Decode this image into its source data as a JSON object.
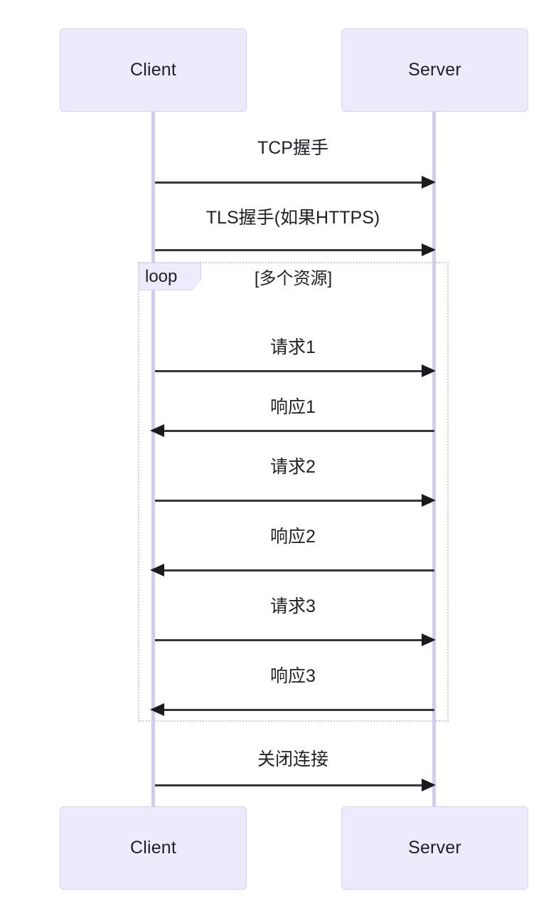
{
  "diagram": {
    "type": "sequence-diagram",
    "title": "",
    "colors": {
      "background": "#ffffff",
      "participant_fill": "#ECEAFB",
      "participant_border": "#D7D2F5",
      "lifeline": "#D3CCF0",
      "arrow": "#1b1b1f",
      "text": "#1f1f24",
      "fragment_border": "#CFC8EE"
    },
    "participants": [
      {
        "id": "client",
        "label": "Client"
      },
      {
        "id": "server",
        "label": "Server"
      }
    ],
    "participants_bottom": [
      {
        "id": "client",
        "label": "Client"
      },
      {
        "id": "server",
        "label": "Server"
      }
    ],
    "fragment": {
      "kind": "loop",
      "keyword": "loop",
      "condition": "[多个资源]"
    },
    "messages": [
      {
        "index": 1,
        "label": "TCP握手",
        "from": "client",
        "to": "server",
        "direction": "right",
        "in_loop": false
      },
      {
        "index": 2,
        "label": "TLS握手(如果HTTPS)",
        "from": "client",
        "to": "server",
        "direction": "right",
        "in_loop": false
      },
      {
        "index": 3,
        "label": "请求1",
        "from": "client",
        "to": "server",
        "direction": "right",
        "in_loop": true
      },
      {
        "index": 4,
        "label": "响应1",
        "from": "server",
        "to": "client",
        "direction": "left",
        "in_loop": true
      },
      {
        "index": 5,
        "label": "请求2",
        "from": "client",
        "to": "server",
        "direction": "right",
        "in_loop": true
      },
      {
        "index": 6,
        "label": "响应2",
        "from": "server",
        "to": "client",
        "direction": "left",
        "in_loop": true
      },
      {
        "index": 7,
        "label": "请求3",
        "from": "client",
        "to": "server",
        "direction": "right",
        "in_loop": true
      },
      {
        "index": 8,
        "label": "响应3",
        "from": "server",
        "to": "client",
        "direction": "left",
        "in_loop": true
      },
      {
        "index": 9,
        "label": "关闭连接",
        "from": "client",
        "to": "server",
        "direction": "right",
        "in_loop": false
      }
    ]
  }
}
